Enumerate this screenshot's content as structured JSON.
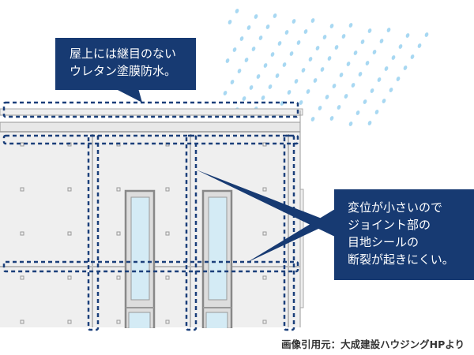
{
  "callouts": {
    "roof": {
      "lines": [
        "屋上には継目のない",
        "ウレタン塗膜防水。"
      ]
    },
    "joint": {
      "lines": [
        "変位が小さいので",
        "ジョイント部の",
        "目地シールの",
        "断裂が起きにくい。"
      ]
    }
  },
  "credit": "画像引用元：大成建設ハウジングHPより",
  "colors": {
    "callout_bg": "#173a72",
    "dashed_outline": "#1a3f7a",
    "rain": "#a8d8f2",
    "wall": "#efefef",
    "glass": "#d4ebf5"
  }
}
